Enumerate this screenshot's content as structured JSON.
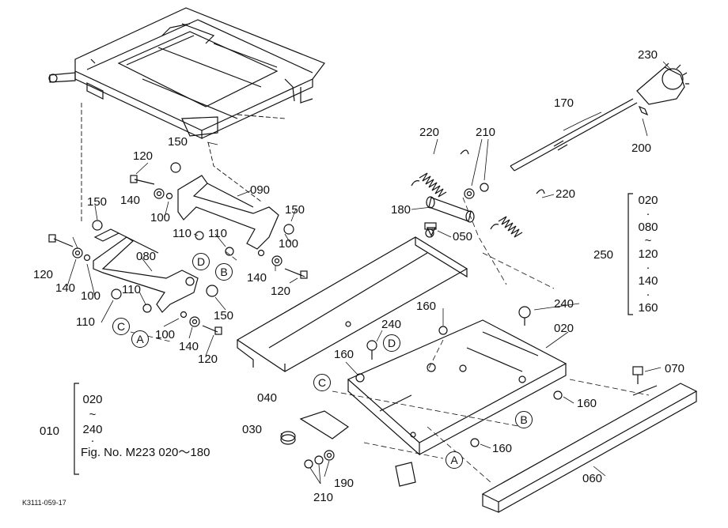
{
  "drawing_id": "K3111-059-17",
  "parts": [
    {
      "id": "p230",
      "label": "230"
    },
    {
      "id": "p170",
      "label": "170"
    },
    {
      "id": "p200",
      "label": "200"
    },
    {
      "id": "p220a",
      "label": "220"
    },
    {
      "id": "p210a",
      "label": "210"
    },
    {
      "id": "p220b",
      "label": "220"
    },
    {
      "id": "p180",
      "label": "180"
    },
    {
      "id": "p050",
      "label": "050"
    },
    {
      "id": "p150a",
      "label": "150"
    },
    {
      "id": "p120a",
      "label": "120"
    },
    {
      "id": "p140a",
      "label": "140"
    },
    {
      "id": "p100a",
      "label": "100"
    },
    {
      "id": "p090",
      "label": "090"
    },
    {
      "id": "p150b",
      "label": "150"
    },
    {
      "id": "p150c",
      "label": "150"
    },
    {
      "id": "p110a",
      "label": "110"
    },
    {
      "id": "p110b",
      "label": "110"
    },
    {
      "id": "p100b",
      "label": "100"
    },
    {
      "id": "p080",
      "label": "080"
    },
    {
      "id": "p140b",
      "label": "140"
    },
    {
      "id": "p120b",
      "label": "120"
    },
    {
      "id": "p120c",
      "label": "120"
    },
    {
      "id": "p140c",
      "label": "140"
    },
    {
      "id": "p100c",
      "label": "100"
    },
    {
      "id": "p110c",
      "label": "110"
    },
    {
      "id": "p110d",
      "label": "110"
    },
    {
      "id": "p150d",
      "label": "150"
    },
    {
      "id": "p100d",
      "label": "100"
    },
    {
      "id": "p140d",
      "label": "140"
    },
    {
      "id": "p120d",
      "label": "120"
    },
    {
      "id": "p160a",
      "label": "160"
    },
    {
      "id": "p240a",
      "label": "240"
    },
    {
      "id": "p240b",
      "label": "240"
    },
    {
      "id": "p020",
      "label": "020"
    },
    {
      "id": "p160b",
      "label": "160"
    },
    {
      "id": "p160c",
      "label": "160"
    },
    {
      "id": "p070",
      "label": "070"
    },
    {
      "id": "p040",
      "label": "040"
    },
    {
      "id": "p030",
      "label": "030"
    },
    {
      "id": "p160d",
      "label": "160"
    },
    {
      "id": "p060",
      "label": "060"
    },
    {
      "id": "p190",
      "label": "190"
    },
    {
      "id": "p210b",
      "label": "210"
    }
  ],
  "reference_marks": [
    {
      "id": "mD1",
      "letter": "D"
    },
    {
      "id": "mB1",
      "letter": "B"
    },
    {
      "id": "mC1",
      "letter": "C"
    },
    {
      "id": "mA1",
      "letter": "A"
    },
    {
      "id": "mD2",
      "letter": "D"
    },
    {
      "id": "mC2",
      "letter": "C"
    },
    {
      "id": "mB2",
      "letter": "B"
    },
    {
      "id": "mA2",
      "letter": "A"
    }
  ],
  "group_250": {
    "label": "250",
    "lines": [
      "020",
      "·",
      "080",
      "~",
      "120",
      "·",
      "140",
      "·",
      "160"
    ]
  },
  "group_010": {
    "label": "010",
    "lines": [
      "020",
      "~",
      "240",
      "·",
      "Fig. No. M223  020～180"
    ]
  }
}
